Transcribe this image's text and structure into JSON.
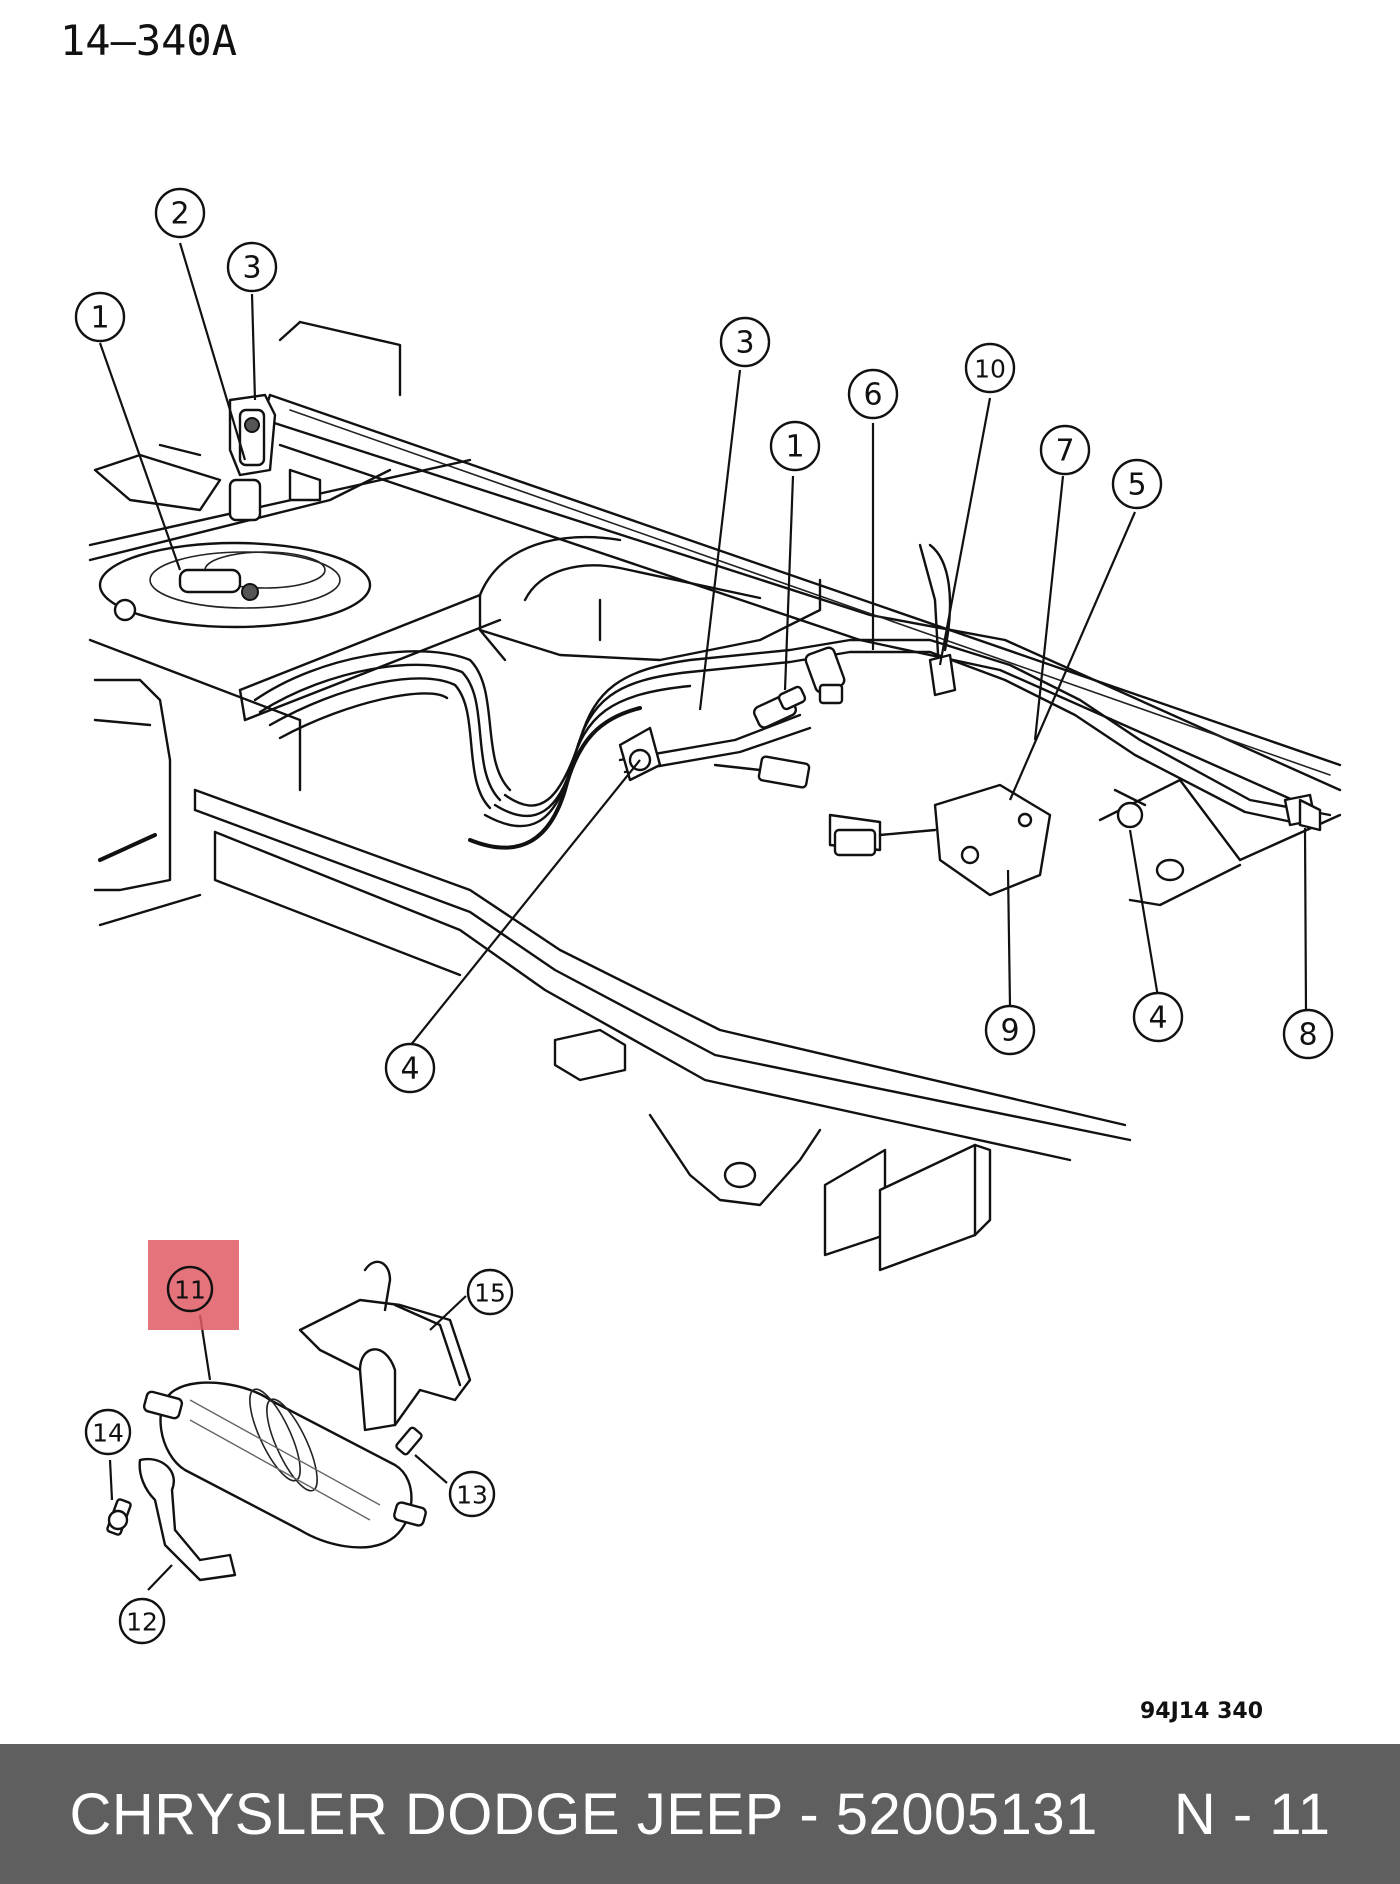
{
  "diagram": {
    "id_label": "14–340A",
    "figure_code": "94J14  340",
    "highlight_color": "#e05a64",
    "callouts": [
      {
        "key": "c1a",
        "label": "1"
      },
      {
        "key": "c2",
        "label": "2"
      },
      {
        "key": "c3a",
        "label": "3"
      },
      {
        "key": "c3b",
        "label": "3"
      },
      {
        "key": "c1b",
        "label": "1"
      },
      {
        "key": "c6",
        "label": "6"
      },
      {
        "key": "c10",
        "label": "10"
      },
      {
        "key": "c7",
        "label": "7"
      },
      {
        "key": "c5",
        "label": "5"
      },
      {
        "key": "c4a",
        "label": "4"
      },
      {
        "key": "c9",
        "label": "9"
      },
      {
        "key": "c4b",
        "label": "4"
      },
      {
        "key": "c8",
        "label": "8"
      },
      {
        "key": "c11",
        "label": "11"
      },
      {
        "key": "c15",
        "label": "15"
      },
      {
        "key": "c14",
        "label": "14"
      },
      {
        "key": "c13",
        "label": "13"
      },
      {
        "key": "c12",
        "label": "12"
      }
    ]
  },
  "footer": {
    "brand": "CHRYSLER DODGE JEEP - 52005131",
    "page": "N - 11",
    "background": "#5f5f5f"
  }
}
